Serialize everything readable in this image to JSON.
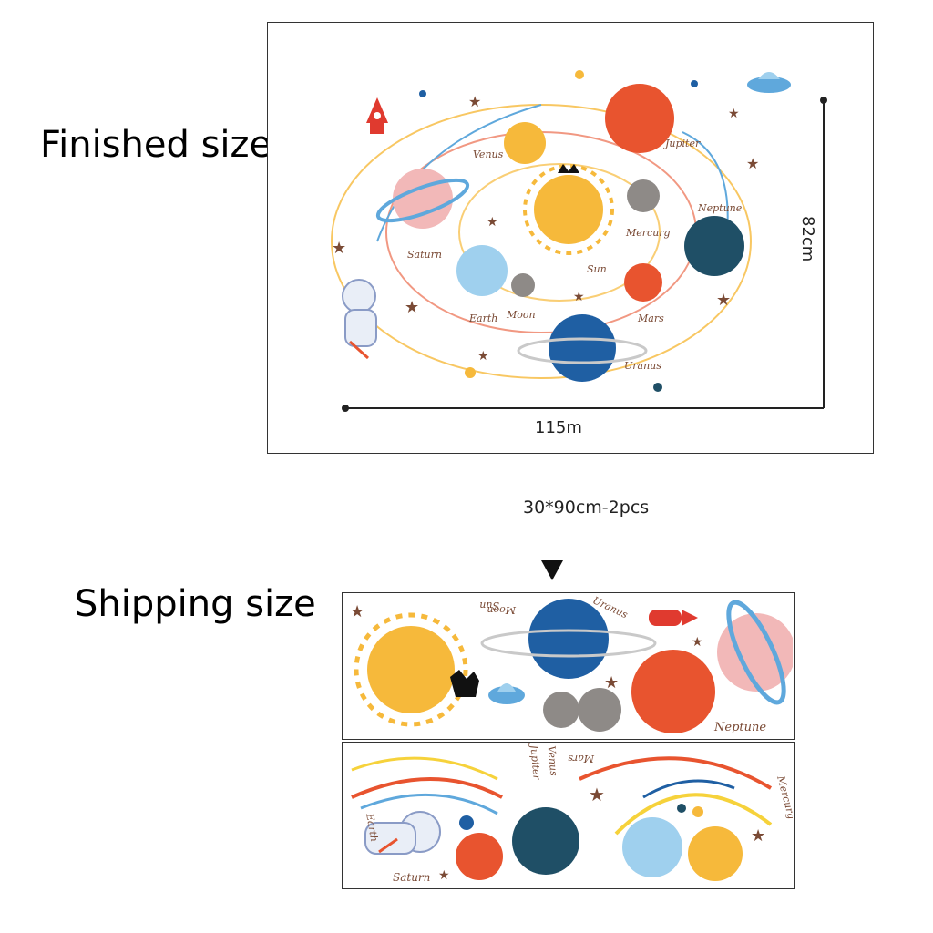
{
  "labels": {
    "finished": "Finished size",
    "shipping": "Shipping size"
  },
  "dimensions": {
    "width": "115m",
    "height": "82cm",
    "shipping_note": "30*90cm-2pcs"
  },
  "planets_main": {
    "venus": "Venus",
    "jupiter": "Jupiter",
    "neptune": "Neptune",
    "mercury": "Mercurg",
    "sun": "Sun",
    "saturn": "Saturn",
    "earth": "Earth",
    "moon": "Moon",
    "mars": "Mars",
    "uranus": "Uranus"
  },
  "sheet_top": {
    "sun": "Sun",
    "moon": "Moon",
    "uranus": "Uranus",
    "neptune": "Neptune"
  },
  "sheet_bottom": {
    "earth": "Earth",
    "saturn": "Saturn",
    "jupiter": "Jupiter",
    "venus": "Venus",
    "mars": "Mars",
    "mercury": "Mercurg"
  },
  "colors": {
    "sun": "#f6b93b",
    "jupiter": "#e8542f",
    "neptune": "#1f4f66",
    "uranus": "#1f5fa3",
    "saturn": "#f2b8b8",
    "earth": "#9fd0ee",
    "moon": "#8e8a87",
    "ring_blue": "#5fa8dc"
  }
}
